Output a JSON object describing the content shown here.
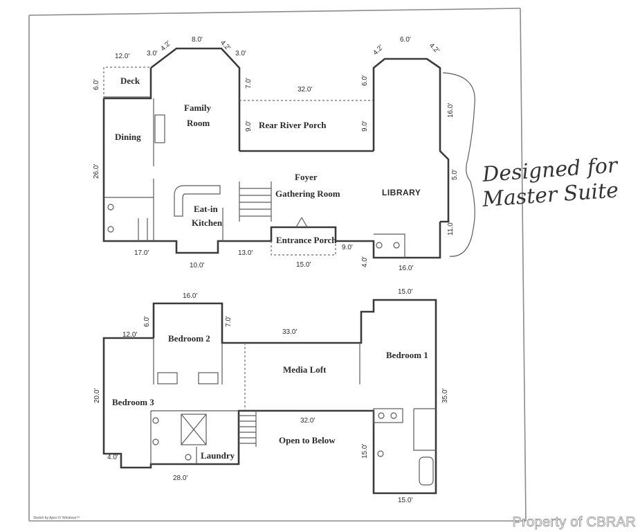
{
  "first_floor": {
    "rooms": {
      "deck": "Deck",
      "family_room_1": "Family",
      "family_room_2": "Room",
      "dining": "Dining",
      "rear_porch": "Rear River Porch",
      "foyer": "Foyer",
      "gathering_room": "Gathering Room",
      "kitchen_1": "Eat-in",
      "kitchen_2": "Kitchen",
      "entrance_porch": "Entrance Porch",
      "library": "LIBRARY"
    },
    "dims": {
      "d_12": "12.0'",
      "d_3a": "3.0'",
      "d_42a": "4.2'",
      "d_8": "8.0'",
      "d_42b": "4.2'",
      "d_3b": "3.0'",
      "d_6": "6.0'",
      "d_7": "7.0'",
      "d_9a": "9.0'",
      "d_32": "32.0'",
      "d_6b": "6.0'",
      "d_9b": "9.0'",
      "d_42c": "4.2'",
      "d_6c": "6.0'",
      "d_42d": "4.2'",
      "d_16": "16.0'",
      "d_5": "5.0'",
      "d_11": "11.0'",
      "d_26": "26.0'",
      "d_17": "17.0'",
      "d_10": "10.0'",
      "d_13": "13.0'",
      "d_15": "15.0'",
      "d_9c": "9.0'",
      "d_4": "4.0'",
      "d_16b": "16.0'"
    }
  },
  "second_floor": {
    "rooms": {
      "bedroom2": "Bedroom 2",
      "media_loft": "Media Loft",
      "bedroom1": "Bedroom 1",
      "bedroom3": "Bedroom 3",
      "open_below": "Open to Below",
      "laundry": "Laundry"
    },
    "dims": {
      "d_16": "16.0'",
      "d_15a": "15.0'",
      "d_12": "12.0'",
      "d_6": "6.0'",
      "d_7": "7.0'",
      "d_33": "33.0'",
      "d_20": "20.0'",
      "d_35": "35.0'",
      "d_32": "32.0'",
      "d_15b": "15.0'",
      "d_4": "4.0'",
      "d_28": "28.0'",
      "d_15c": "15.0'"
    }
  },
  "annotation": {
    "line1": "Designed for",
    "line2": "Master Suite"
  },
  "credit": "Sketch by Apex IV Windows™",
  "watermark": "Property of CBRAR",
  "colors": {
    "ink": "#3a3a3a",
    "paper": "#ffffff",
    "border": "#9a9a9a"
  }
}
